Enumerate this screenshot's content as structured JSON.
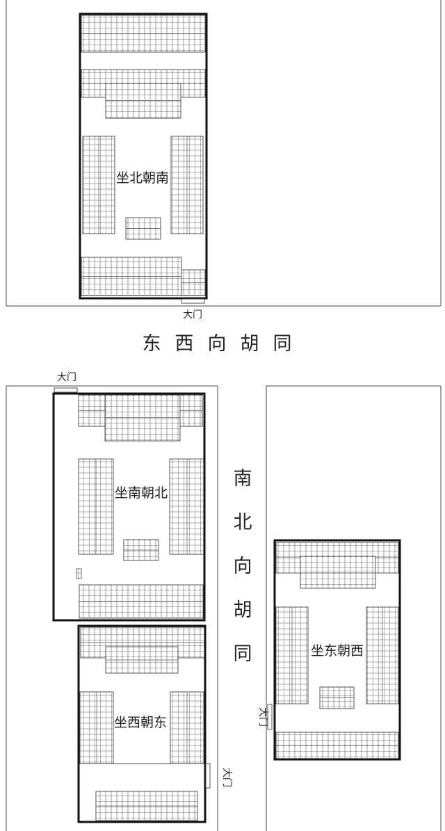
{
  "street_ew": {
    "label": "东西向胡同"
  },
  "street_ns": {
    "label": "南北向胡同"
  },
  "gate_label": "大门",
  "courtyards": [
    {
      "id": "north",
      "label": "坐北朝南"
    },
    {
      "id": "south",
      "label": "坐南朝北"
    },
    {
      "id": "west",
      "label": "坐西朝东"
    },
    {
      "id": "east",
      "label": "坐东朝西"
    }
  ],
  "colors": {
    "line": "#444444",
    "wall": "#111111",
    "tile": "#555555",
    "background": "#ffffff"
  }
}
